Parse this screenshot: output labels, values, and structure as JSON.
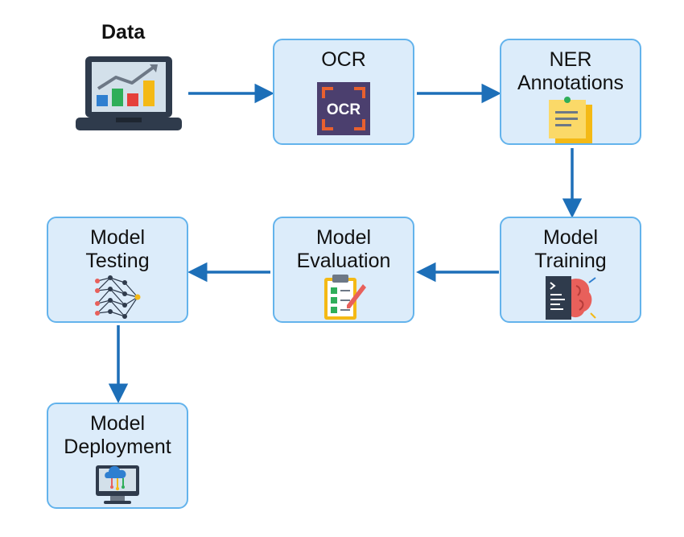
{
  "nodes": [
    {
      "id": "data",
      "label": "Data"
    },
    {
      "id": "ocr",
      "label": "OCR",
      "icon_text": "OCR"
    },
    {
      "id": "ner",
      "label": "NER\nAnnotations"
    },
    {
      "id": "training",
      "label": "Model\nTraining"
    },
    {
      "id": "evaluation",
      "label": "Model\nEvaluation"
    },
    {
      "id": "testing",
      "label": "Model\nTesting"
    },
    {
      "id": "deployment",
      "label": "Model\nDeployment"
    }
  ],
  "edges": [
    [
      "data",
      "ocr"
    ],
    [
      "ocr",
      "ner"
    ],
    [
      "ner",
      "training"
    ],
    [
      "training",
      "evaluation"
    ],
    [
      "evaluation",
      "testing"
    ],
    [
      "testing",
      "deployment"
    ]
  ],
  "icons": {
    "data": "laptop-chart-icon",
    "ocr": "ocr-scan-icon",
    "ner": "sticky-notes-icon",
    "training": "code-brain-icon",
    "evaluation": "checklist-icon",
    "testing": "neural-network-icon",
    "deployment": "cloud-computer-icon"
  },
  "colors": {
    "box_fill": "#dcecfa",
    "box_border": "#63b3ec",
    "arrow": "#1d6fb8"
  }
}
